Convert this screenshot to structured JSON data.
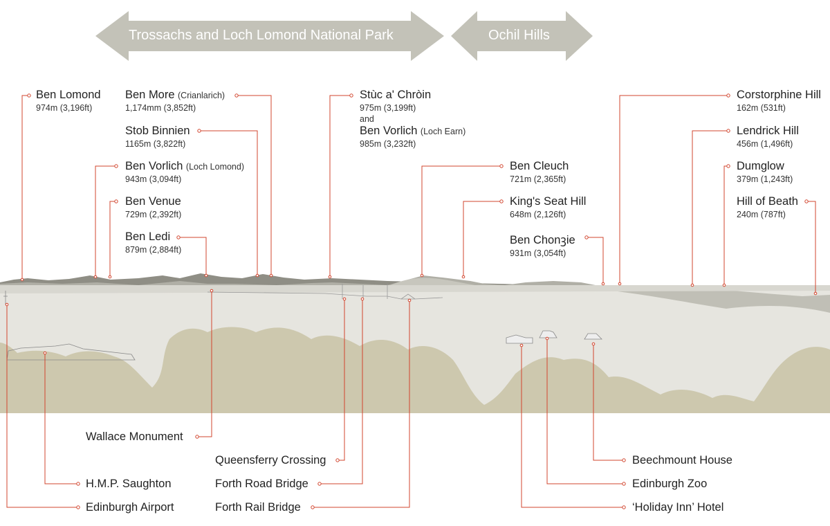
{
  "regions": [
    {
      "id": "trossachs",
      "label": "Trossachs and Loch Lomond National Park"
    },
    {
      "id": "ochil",
      "label": "Ochil Hills"
    }
  ],
  "peaks_left": [
    {
      "id": "ben-lomond",
      "name": "Ben Lomond",
      "qualifier": "",
      "height": "974m (3,196ft)"
    },
    {
      "id": "ben-more",
      "name": "Ben More",
      "qualifier": "(Crianlarich)",
      "height": "1,174mm (3,852ft)"
    },
    {
      "id": "stob-binnien",
      "name": "Stob Binnien",
      "qualifier": "",
      "height": "1165m (3,822ft)"
    },
    {
      "id": "ben-vorlich-ll",
      "name": "Ben Vorlich",
      "qualifier": "(Loch Lomond)",
      "height": "943m (3,094ft)"
    },
    {
      "id": "ben-venue",
      "name": "Ben Venue",
      "qualifier": "",
      "height": "729m (2,392ft)"
    },
    {
      "id": "ben-ledi",
      "name": "Ben Ledi",
      "qualifier": "",
      "height": "879m (2,884ft)"
    }
  ],
  "peaks_center": {
    "stuc": {
      "name": "Stùc a' Chròin",
      "height": "975m (3,199ft)"
    },
    "and": "and",
    "vorlich_le": {
      "name": "Ben Vorlich",
      "qualifier": "(Loch Earn)",
      "height": "985m (3,232ft)"
    },
    "ben_cleuch": {
      "name": "Ben Cleuch",
      "height": "721m (2,365ft)"
    },
    "kings_seat": {
      "name": "King's Seat Hill",
      "height": "648m (2,126ft)"
    },
    "ben_chonzie": {
      "name": "Ben Chonꝫie",
      "height": "931m (3,054ft)"
    }
  },
  "peaks_right": [
    {
      "id": "corstorphine",
      "name": "Corstorphine Hill",
      "height": "162m (531ft)"
    },
    {
      "id": "lendrick",
      "name": "Lendrick Hill",
      "height": "456m (1,496ft)"
    },
    {
      "id": "dumglow",
      "name": "Dumglow",
      "height": "379m (1,243ft)"
    },
    {
      "id": "hill-of-beath",
      "name": "Hill of Beath",
      "height": "240m (787ft)"
    }
  ],
  "landmarks": {
    "wallace": "Wallace Monument",
    "queensferry": "Queensferry Crossing",
    "hmp": "H.M.P. Saughton",
    "forth_road": "Forth Road Bridge",
    "airport": "Edinburgh Airport",
    "forth_rail": "Forth Rail Bridge",
    "beechmount": "Beechmount House",
    "zoo": "Edinburgh Zoo",
    "holiday_inn": "‘Holiday Inn’ Hotel"
  },
  "colors": {
    "leader": "#d2452e",
    "arrow": "#c3c2b8",
    "mountain_far": "#8f8e85",
    "mountain_mid": "#b0afa6",
    "ground": "#e6e5df",
    "trees": "#cdc8ae"
  }
}
